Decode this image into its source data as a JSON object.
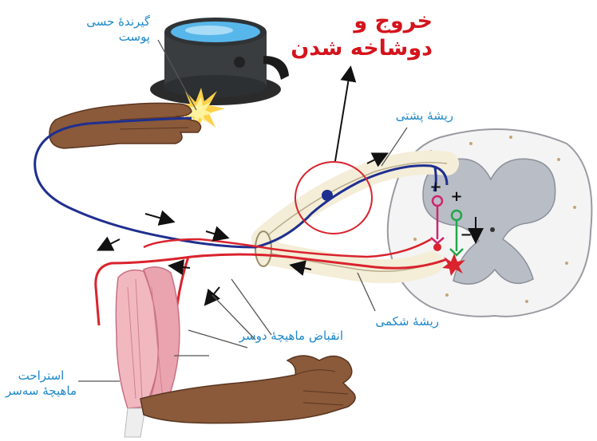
{
  "labels": {
    "receptor_line1": "گیرندهٔ حسی",
    "receptor_line2": "پوست",
    "exit_line1": "خروج و",
    "exit_line2": "دوشاخه شدن",
    "dorsal_root": "ریشهٔ پشتی",
    "ventral_root": "ریشهٔ شکمی",
    "biceps_contraction": "انقباض ماهیچهٔ دوسر",
    "triceps_rest_line1": "استراحت",
    "triceps_rest_line2": "ماهیچهٔ سه‌سر"
  },
  "symbols": {
    "excitatory": "+",
    "inhibitory": "−"
  },
  "colors": {
    "label_blue": "#1e88c9",
    "label_red": "#d4141c",
    "sensory_neuron": "#1f2f8f",
    "motor_neuron": "#d9232d",
    "interneuron_magenta": "#d0236f",
    "interneuron_green": "#1fa84a",
    "skin": "#8a5a3a",
    "muscle": "#f2b8c0",
    "grey_matter": "#b9bdc6"
  }
}
